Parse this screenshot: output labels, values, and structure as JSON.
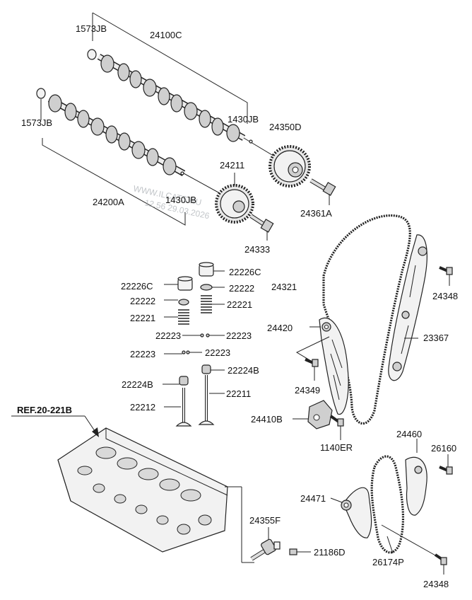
{
  "labels": {
    "l1573jb_top": "1573JB",
    "l24100c": "24100C",
    "l1573jb_left": "1573JB",
    "l1430jb_top": "1430JB",
    "l24350d": "24350D",
    "l24211": "24211",
    "l24200a": "24200A",
    "l1430jb_mid": "1430JB",
    "l24361a": "24361A",
    "l24333": "24333",
    "l22226c_r": "22226C",
    "l22226c_l": "22226C",
    "l22222_r": "22222",
    "l22222_l": "22222",
    "l22221_l": "22221",
    "l22221_r": "22221",
    "l22223_a": "22223",
    "l22223_b": "22223",
    "l22223_c": "22223",
    "l22223_d": "22223",
    "l22224b_r": "22224B",
    "l22224b_l": "22224B",
    "l22211": "22211",
    "l22212": "22212",
    "l24321": "24321",
    "l24348_top": "24348",
    "l24420": "24420",
    "l23367": "23367",
    "l24349": "24349",
    "l24410b": "24410B",
    "l1140er": "1140ER",
    "l24460": "24460",
    "l26160": "26160",
    "l24471": "24471",
    "l24355f": "24355F",
    "l21186d": "21186D",
    "l26174p": "26174P",
    "l24348_bot": "24348"
  },
  "reference": "REF.20-221B",
  "watermark": {
    "line1": "WWW.ILCATS.RU",
    "line2": "12.56 29.03.2026"
  }
}
